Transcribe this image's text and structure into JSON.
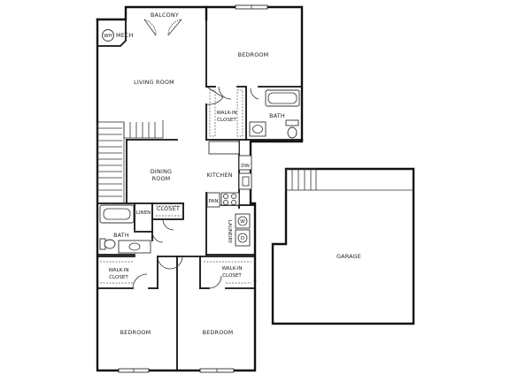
{
  "plan": {
    "rooms": {
      "balcony": "BALCONY",
      "wh": "WH",
      "mech": "MECH",
      "living_room": "LIVING ROOM",
      "bedroom_top": "BEDROOM",
      "walkin_top_1": "WALK-IN",
      "walkin_top_2": "CLOSET",
      "bath_top": "BATH",
      "dining_1": "DINING",
      "dining_2": "ROOM",
      "kitchen": "KITCHEN",
      "dw": "DW",
      "pan": "PAN",
      "linen": "LINEN",
      "closet": "CLOSET",
      "laundry": "LAUNDRY",
      "washer": "W",
      "dryer": "D",
      "bath_left": "BATH",
      "walkin_left_1": "WALK-IN",
      "walkin_left_2": "CLOSET",
      "walkin_right_1": "WALK-IN",
      "walkin_right_2": "CLOSET",
      "bedroom_left": "BEDROOM",
      "bedroom_right": "BEDROOM",
      "garage": "GARAGE"
    }
  }
}
